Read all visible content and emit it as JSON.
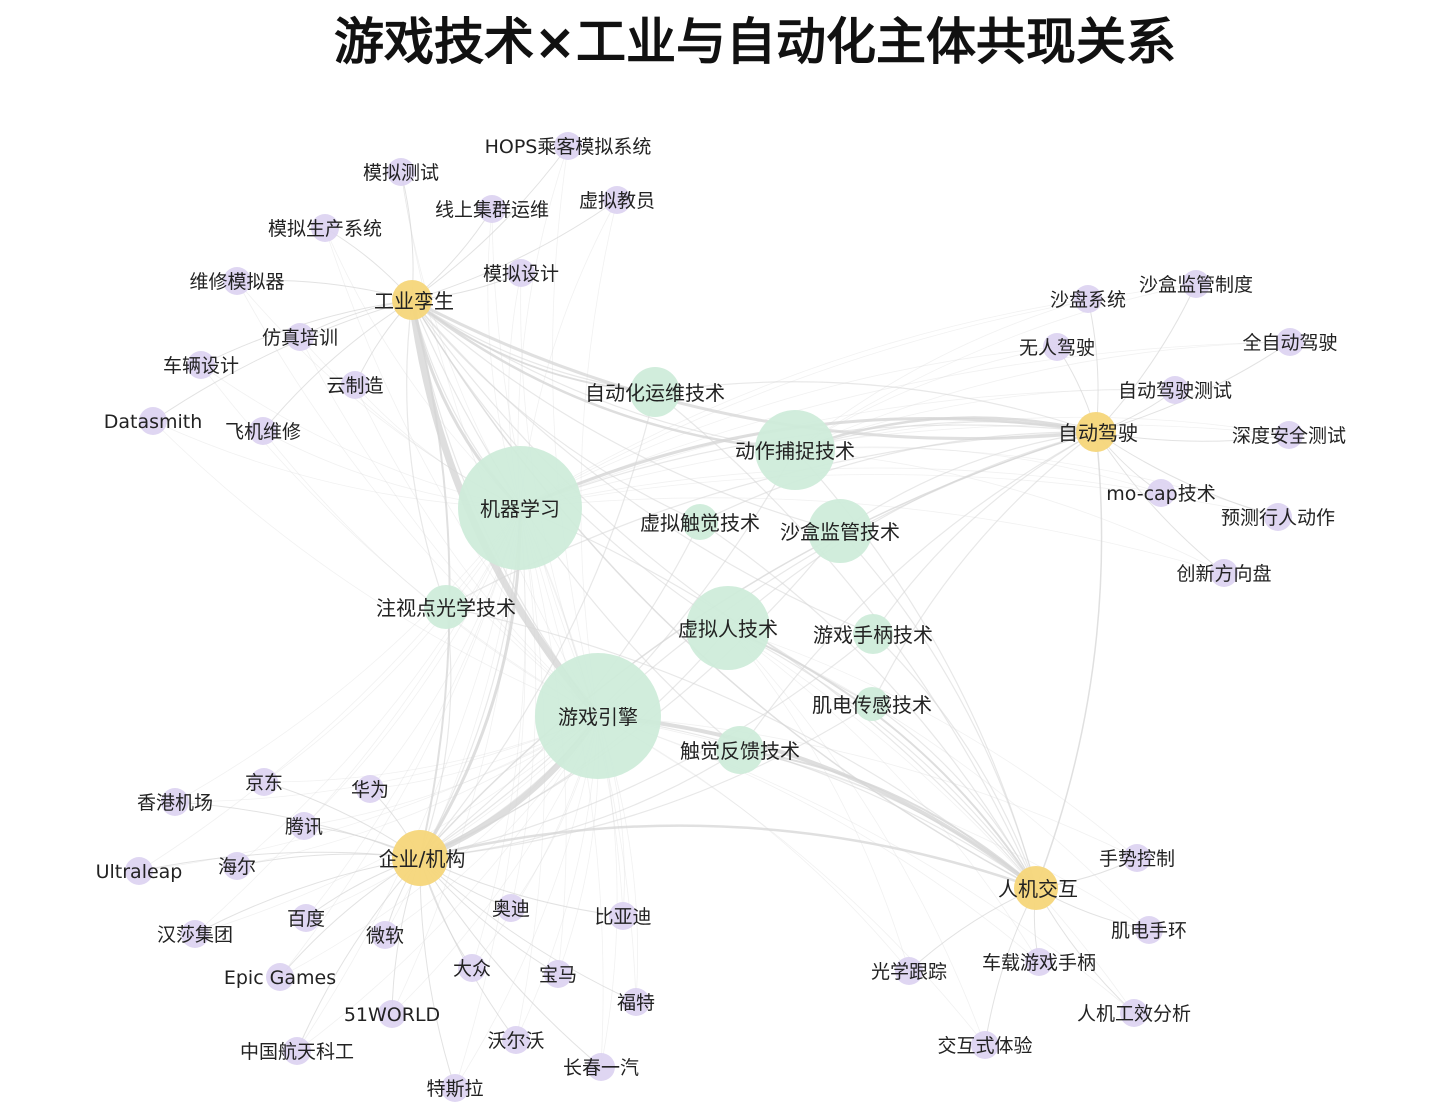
{
  "title": "游戏技术×工业与自动化主体共现关系",
  "colors": {
    "technology": "#cdebd9",
    "category": "#f5d67a",
    "entity": "#dcd1f1",
    "edge": "#d6d6d6",
    "label": "#222222",
    "title": "#111111",
    "background": "#ffffff"
  },
  "diagram": {
    "technology_nodes": [
      "机器学习",
      "游戏引擎",
      "动作捕捉技术",
      "沙盒监管技术",
      "虚拟人技术",
      "自动化运维技术",
      "虚拟触觉技术",
      "注视点光学技术",
      "游戏手柄技术",
      "肌电传感技术",
      "触觉反馈技术"
    ],
    "category_nodes": [
      {
        "label": "工业孪生",
        "members": [
          "HOPS乘客模拟系统",
          "模拟测试",
          "线上集群运维",
          "虚拟教员",
          "模拟生产系统",
          "模拟设计",
          "维修模拟器",
          "仿真培训",
          "车辆设计",
          "云制造",
          "Datasmith",
          "飞机维修"
        ]
      },
      {
        "label": "自动驾驶",
        "members": [
          "沙盘系统",
          "沙盒监管制度",
          "无人驾驶",
          "全自动驾驶",
          "自动驾驶测试",
          "深度安全测试",
          "mo-cap技术",
          "预测行人动作",
          "创新方向盘"
        ]
      },
      {
        "label": "企业/机构",
        "members": [
          "京东",
          "华为",
          "香港机场",
          "腾讯",
          "Ultraleap",
          "海尔",
          "奥迪",
          "比亚迪",
          "百度",
          "汉莎集团",
          "微软",
          "大众",
          "宝马",
          "Epic Games",
          "福特",
          "51WORLD",
          "中国航天科工",
          "沃尔沃",
          "长春一汽",
          "特斯拉"
        ]
      },
      {
        "label": "人机交互",
        "members": [
          "手势控制",
          "肌电手环",
          "光学跟踪",
          "车载游戏手柄",
          "人机工效分析",
          "交互式体验"
        ]
      }
    ]
  }
}
